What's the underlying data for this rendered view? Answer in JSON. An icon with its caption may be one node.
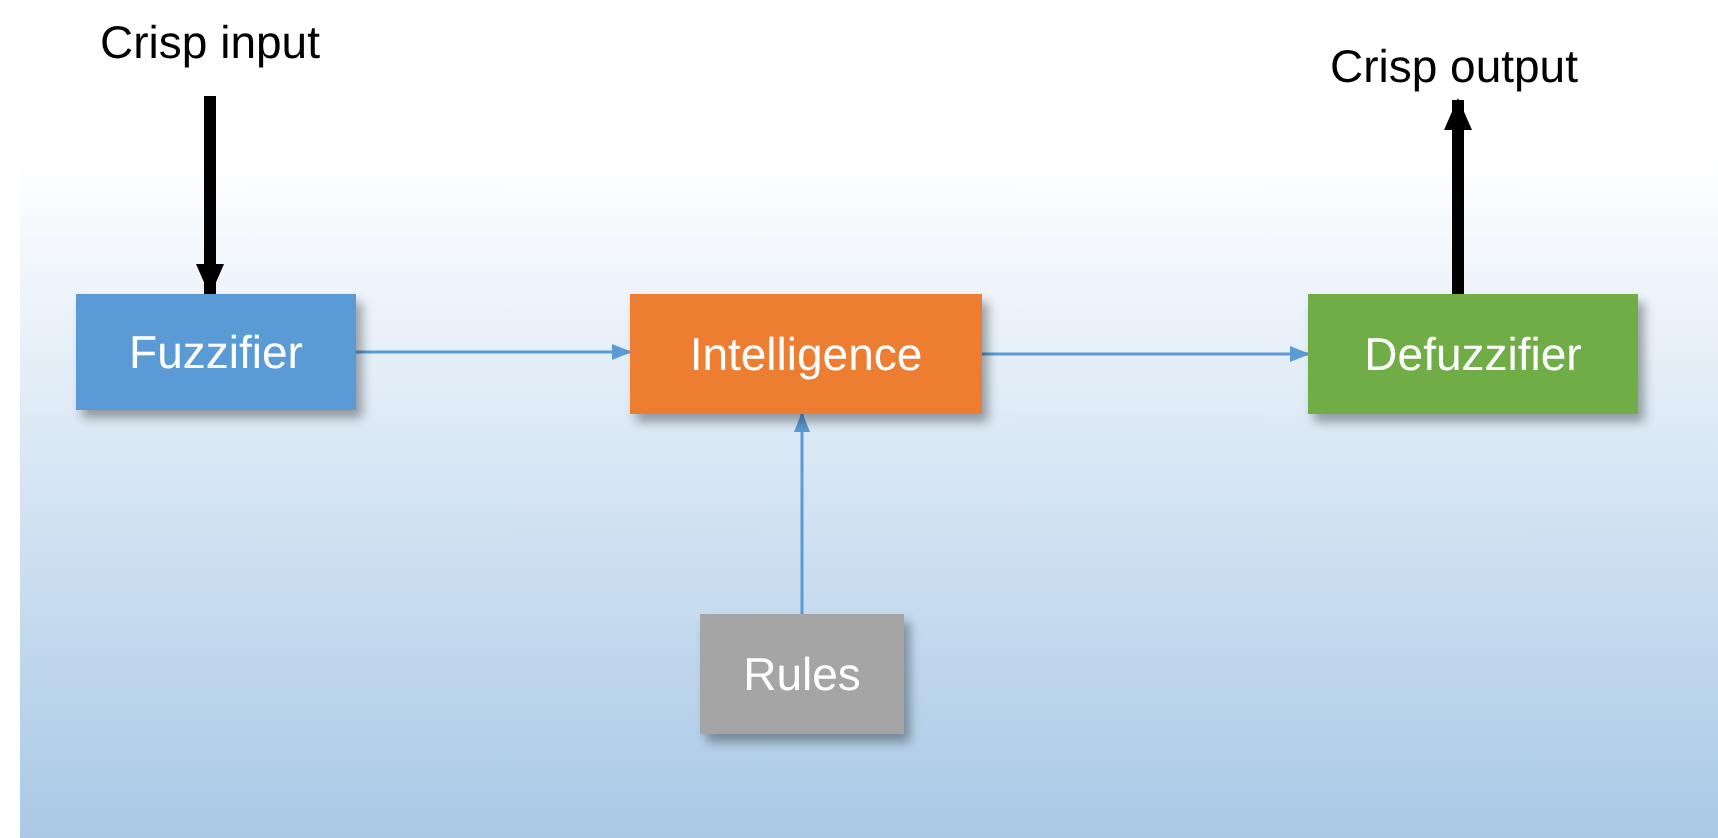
{
  "diagram": {
    "nodes": [
      {
        "text": [
          "Crisp input"
        ]
      },
      {
        "text": [
          "Crisp output"
        ]
      },
      {
        "text": [
          "Fuzzifier"
        ]
      },
      {
        "text": [
          "Intelligence"
        ]
      },
      {
        "text": [
          "Defuzzifier"
        ]
      },
      {
        "text": [
          "Rules"
        ]
      }
    ],
    "edges": [
      {
        "from": 0,
        "to": 2,
        "arrow": "to",
        "style": "thick",
        "color": "#000000"
      },
      {
        "from": 2,
        "to": 3,
        "arrow": "to"
      },
      {
        "from": 3,
        "to": 4,
        "arrow": "to"
      },
      {
        "from": 5,
        "to": 3,
        "arrow": "to"
      },
      {
        "from": 4,
        "to": 1,
        "arrow": "to",
        "style": "thick",
        "color": "#000000"
      }
    ]
  }
}
